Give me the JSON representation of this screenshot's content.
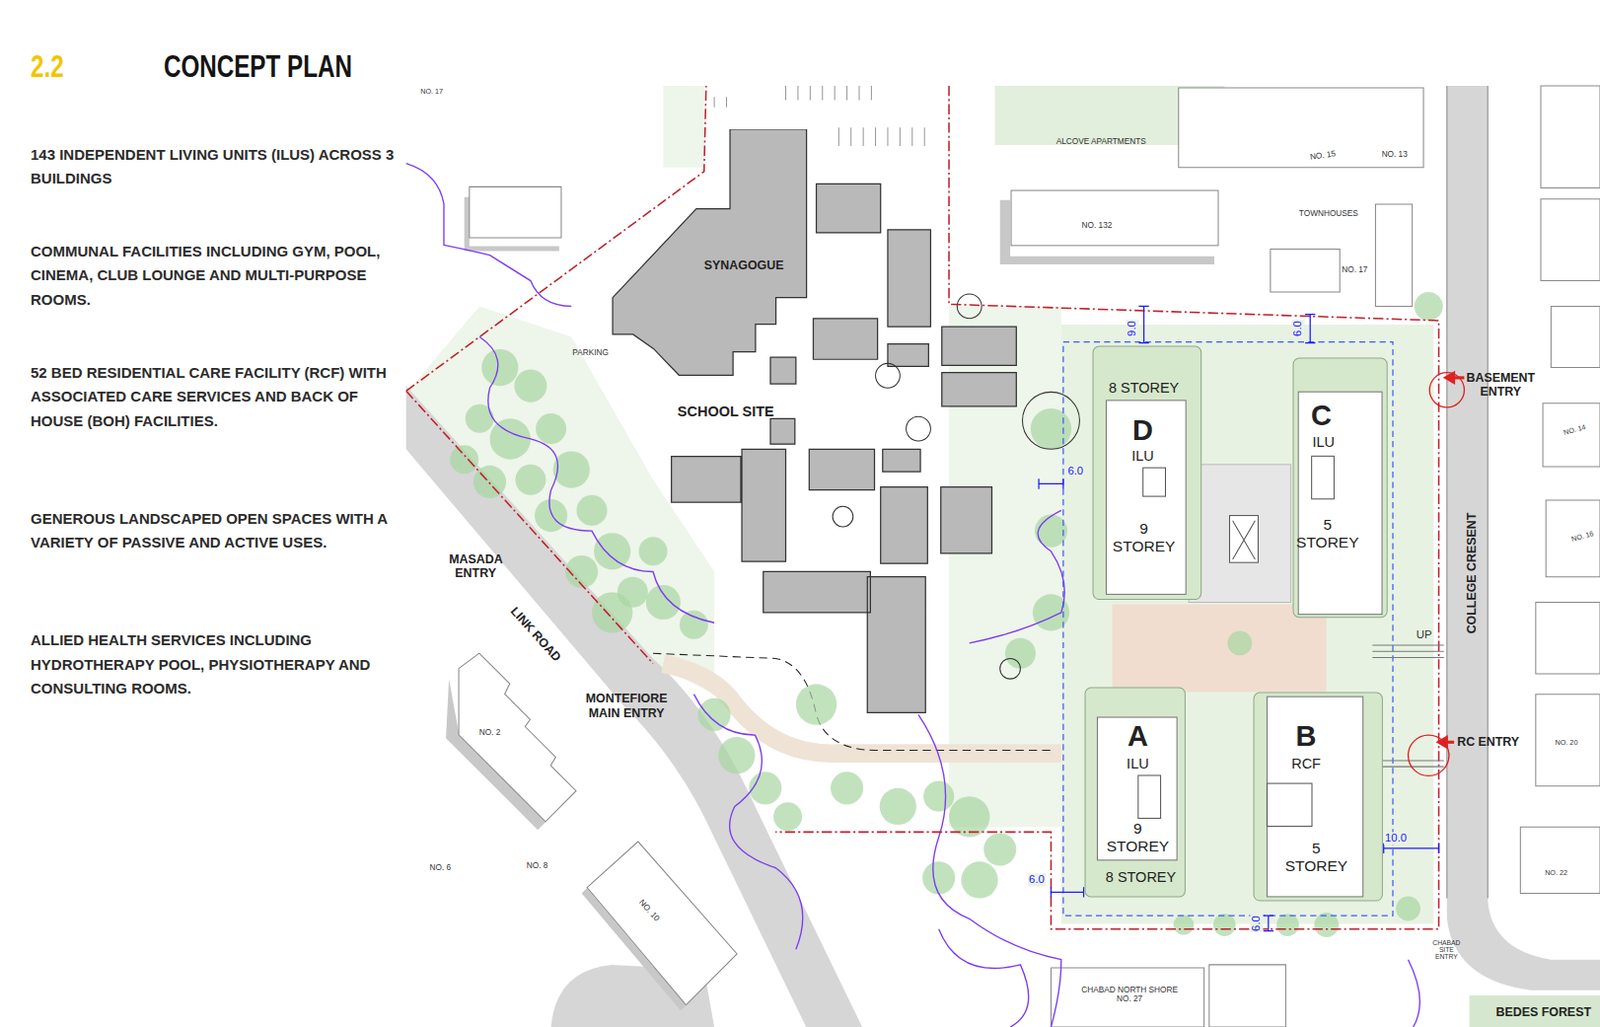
{
  "diagram": {
    "title": "CONCEPT PLAN",
    "nodes": [
      {
        "text": [
          "SYNAGOGUE"
        ]
      },
      {
        "text": [
          "NO. 132"
        ]
      },
      {
        "text": [
          "8 STOREY",
          "D",
          "ILU",
          "9 STOREY"
        ]
      },
      {
        "text": [
          "C",
          "ILU",
          "5 STOREY"
        ]
      },
      {
        "text": [
          "A",
          "ILU",
          "9 STOREY",
          "8 STOREY"
        ]
      },
      {
        "text": [
          "B",
          "RCF",
          "5 STOREY"
        ]
      },
      {
        "text": [
          "NO. 2"
        ]
      },
      {
        "text": [
          "NO. 10"
        ]
      }
    ],
    "labels": [
      "2.2",
      "143 INDEPENDENT LIVING UNITS (ILUS) ACROSS 3 BUILDINGS",
      "COMMUNAL FACILITIES INCLUDING GYM, POOL, CINEMA, CLUB LOUNGE AND MULTI-PURPOSE ROOMS.",
      "52 BED RESIDENTIAL CARE FACILITY (RCF) WITH ASSOCIATED CARE SERVICES AND BACK OF HOUSE (BOH) FACILITIES.",
      "GENEROUS LANDSCAPED OPEN SPACES WITH A VARIETY OF PASSIVE AND ACTIVE USES.",
      "ALLIED HEALTH SERVICES INCLUDING HYDROTHERAPY POOL, PHYSIOTHERAPY AND CONSULTING ROOMS.",
      "NO. 17",
      "ALCOVE APARTMENTS",
      "NO. 15",
      "NO. 13",
      "TOWNHOUSES",
      "NO. 17",
      "PARKING",
      "SCHOOL SITE",
      "MASADA ENTRY",
      "LINK ROAD",
      "MONTEFIORE MAIN ENTRY",
      "NO. 6",
      "NO. 8",
      "COLLEGE CRESENT",
      "BASEMENT ENTRY",
      "RC ENTRY",
      "UP",
      "NO. 14",
      "NO. 16",
      "NO. 20",
      "NO. 22",
      "CHABAD SITE ENTRY",
      "CHABAD NORTH SHORE NO. 27",
      "BEDES FOREST",
      "9.0",
      "6.0",
      "6.0",
      "10.0",
      "6.0",
      "6.0"
    ]
  }
}
